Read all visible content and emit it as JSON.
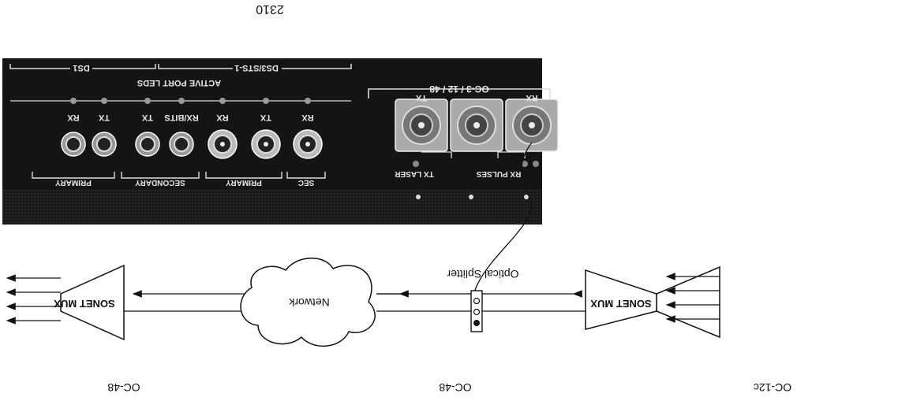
{
  "figure_number": "2310",
  "panel": {
    "group_labels": {
      "optical": "OC-3 / 12 / 48",
      "ds3": "DS3/STS-1",
      "ds1": "DS1",
      "active_leds": "ACTIVE PORT LEDS"
    },
    "optical_ports": [
      {
        "label": "RX"
      },
      {
        "label": ""
      },
      {
        "label": "TX"
      }
    ],
    "led_labels": {
      "rx_pulses": "RX PULSES",
      "tx_laser": "TX LASER"
    },
    "electrical_ports": [
      {
        "label": "RX",
        "jack": "bnc"
      },
      {
        "label": "TX",
        "jack": "bnc"
      },
      {
        "label": "RX",
        "jack": "bnc"
      },
      {
        "label": "RX/BITS",
        "jack": "bantam"
      },
      {
        "label": "TX",
        "jack": "bantam"
      },
      {
        "label": "TX",
        "jack": "bantam"
      },
      {
        "label": "RX",
        "jack": "bantam"
      }
    ],
    "bottom_groups": {
      "sec": "SEC",
      "primary_ds3": "PRIMARY",
      "secondary_ds1": "SECONDARY",
      "primary_ds1": "PRIMARY"
    }
  },
  "diagram": {
    "right_mux": "SONET MUX",
    "left_mux": "SONET MUX",
    "network": "Network",
    "splitter": "Optical Splitter",
    "left_rate": "OC-48",
    "middle_rate": "OC-48",
    "right_rate": "OC-12c"
  }
}
